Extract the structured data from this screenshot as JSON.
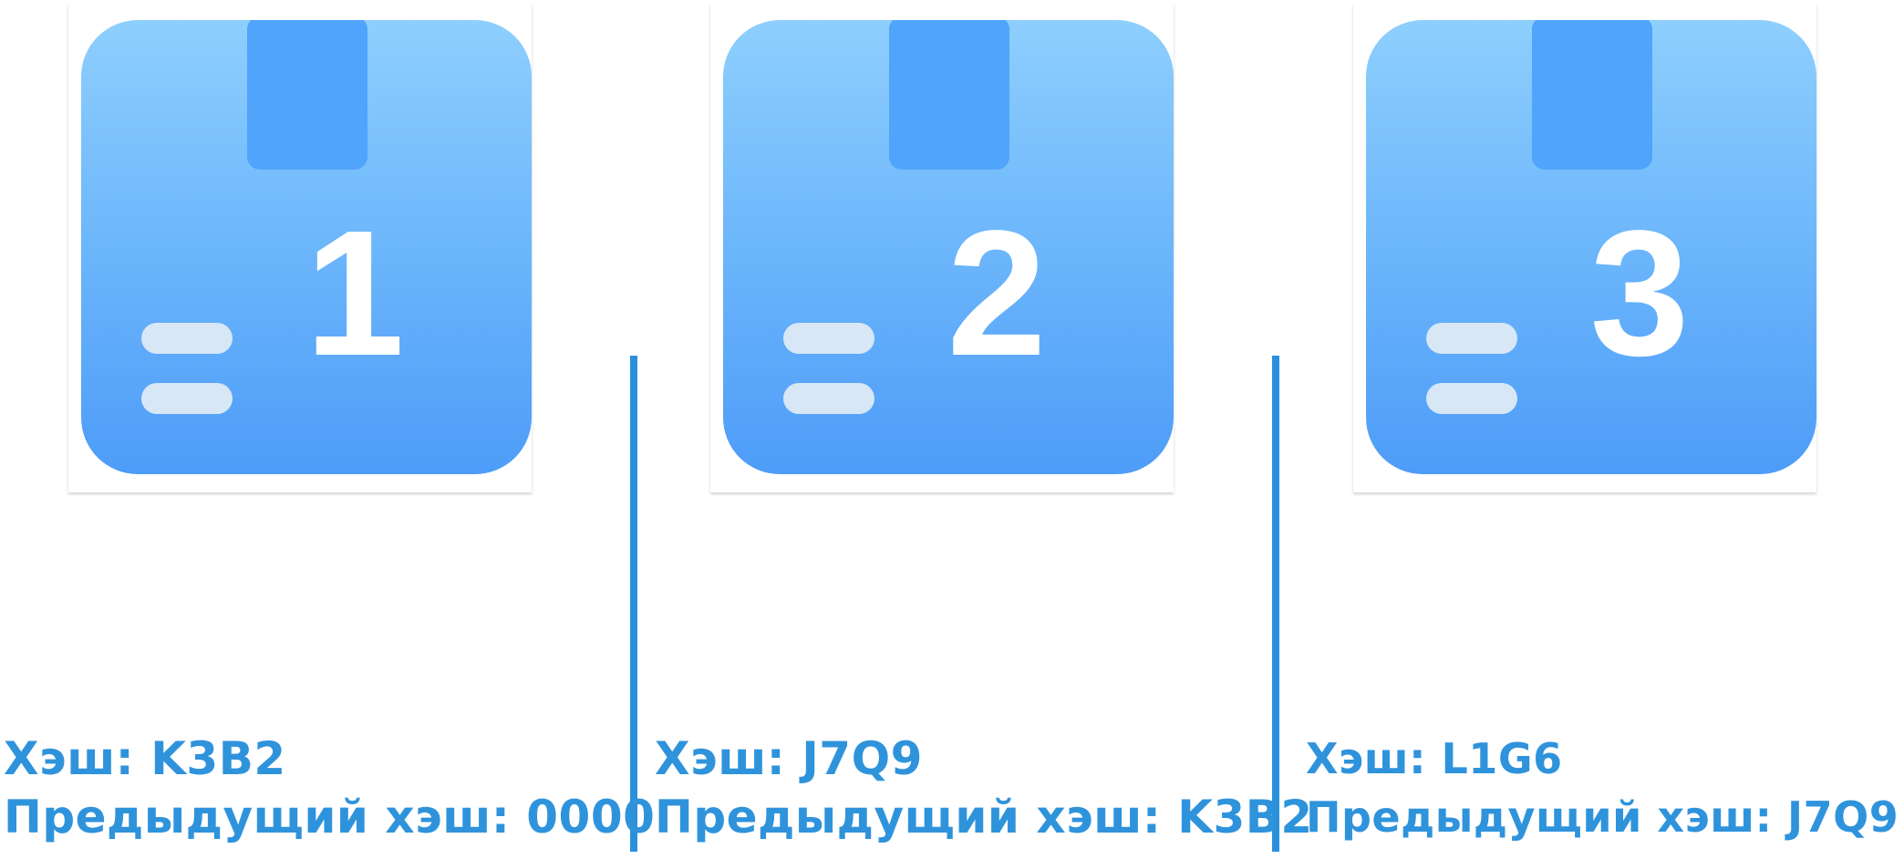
{
  "blocks": [
    {
      "number": "1",
      "hash_line": "Хэш: K3B2",
      "prev_hash_line": "Предыдущий хэш: 0000"
    },
    {
      "number": "2",
      "hash_line": "Хэш: J7Q9",
      "prev_hash_line": "Предыдущий хэш: K3B2"
    },
    {
      "number": "3",
      "hash_line": "Хэш: L1G6",
      "prev_hash_line": "Предыдущий хэш: J7Q9"
    }
  ],
  "colors": {
    "caption_text": "#2f93dc",
    "divider": "#2b90dc",
    "box_top": "#8ecffd",
    "box_bottom": "#4d9cf8",
    "tab": "#50a4fb",
    "lines": "#d7e7f6"
  },
  "icons": {
    "block": "package-box-icon"
  }
}
